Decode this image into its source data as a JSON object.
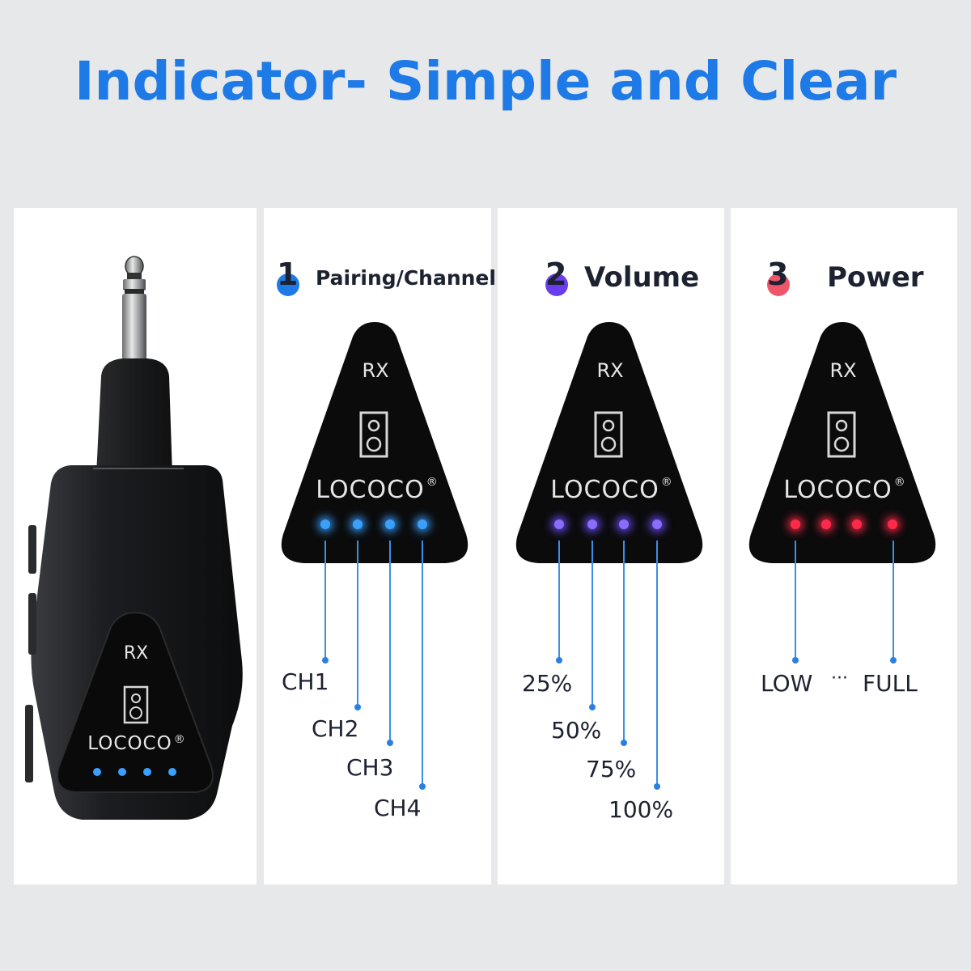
{
  "page": {
    "title": "Indicator- Simple and Clear"
  },
  "device": {
    "rx_label": "RX",
    "brand": "LOCOCO",
    "registered": "®"
  },
  "sections": [
    {
      "number": "1",
      "label": "Pairing/Channel",
      "color": "#1e7ae6",
      "led_color": "#3aa0ff",
      "indicators": [
        "CH1",
        "CH2",
        "CH3",
        "CH4"
      ]
    },
    {
      "number": "2",
      "label": "Volume",
      "color": "#6a3cf0",
      "led_color": "#7a5cff",
      "indicators": [
        "25%",
        "50%",
        "75%",
        "100%"
      ]
    },
    {
      "number": "3",
      "label": "Power",
      "color": "#f0566a",
      "led_color": "#ff2a4a",
      "indicators": [
        "LOW",
        "FULL"
      ],
      "range_separator": "···"
    }
  ],
  "colors": {
    "title": "#1e7ae6",
    "line": "#3a8fe6"
  }
}
